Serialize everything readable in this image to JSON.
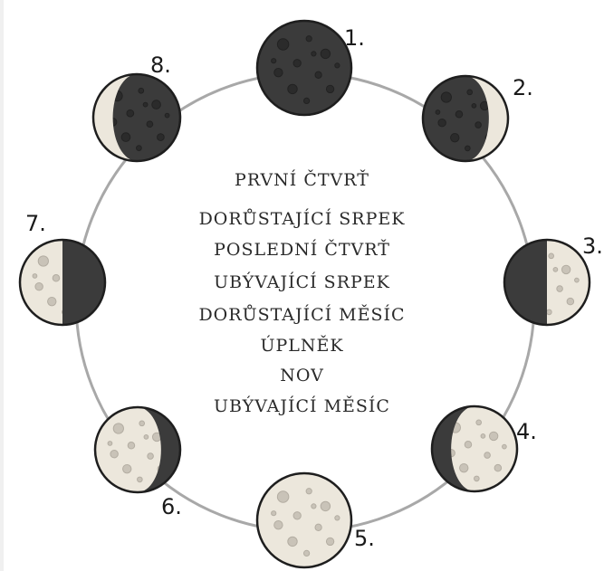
{
  "phases": [
    {
      "number": "1.",
      "icon": "new-moon-icon"
    },
    {
      "number": "2.",
      "icon": "waxing-crescent-moon-icon"
    },
    {
      "number": "3.",
      "icon": "first-quarter-moon-icon"
    },
    {
      "number": "4.",
      "icon": "waxing-gibbous-moon-icon"
    },
    {
      "number": "5.",
      "icon": "full-moon-icon"
    },
    {
      "number": "6.",
      "icon": "waning-gibbous-moon-icon"
    },
    {
      "number": "7.",
      "icon": "last-quarter-moon-icon"
    },
    {
      "number": "8.",
      "icon": "waning-crescent-moon-icon"
    }
  ],
  "terms": [
    "PRVNÍ ČTVRŤ",
    "DORŮSTAJÍCÍ SRPEK",
    "POSLEDNÍ ČTVRŤ",
    "UBÝVAJÍCÍ SRPEK",
    "DORŮSTAJÍCÍ MĚSÍC",
    "ÚPLNĚK",
    "NOV",
    "UBÝVAJÍCÍ MĚSÍC"
  ],
  "colors": {
    "dark": "#3b3b3b",
    "light": "#ece7dc",
    "ring": "#a8a8a8",
    "outline": "#1e1e1e",
    "crater_light": "#c9c3b8",
    "crater_dark": "#2b2b2b"
  }
}
